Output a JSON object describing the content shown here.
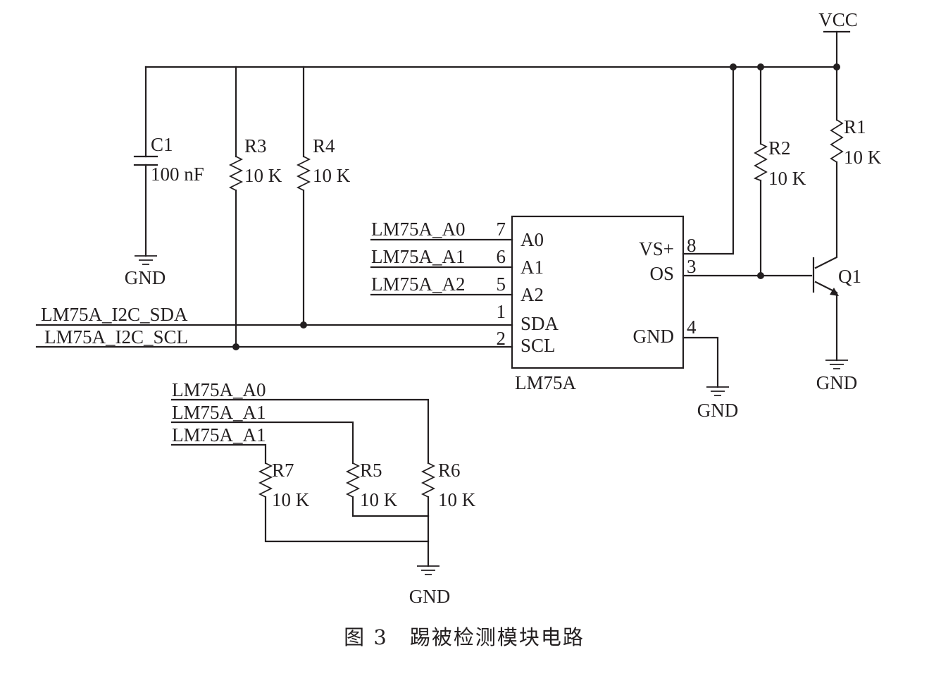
{
  "caption": "图 3　踢被检测模块电路",
  "power": {
    "vcc": "VCC",
    "gnd": "GND"
  },
  "ic": {
    "name": "LM75A",
    "pins": [
      {
        "num": "7",
        "name": "A0",
        "net": "LM75A_A0"
      },
      {
        "num": "6",
        "name": "A1",
        "net": "LM75A_A1"
      },
      {
        "num": "5",
        "name": "A2",
        "net": "LM75A_A2"
      },
      {
        "num": "1",
        "name": "SDA",
        "net": "LM75A_I2C_SDA"
      },
      {
        "num": "2",
        "name": "SCL",
        "net": "LM75A_I2C_SCL"
      },
      {
        "num": "8",
        "name": "VS+"
      },
      {
        "num": "3",
        "name": "OS"
      },
      {
        "num": "4",
        "name": "GND"
      }
    ]
  },
  "components": {
    "c1": {
      "ref": "C1",
      "value": "100 nF"
    },
    "r1": {
      "ref": "R1",
      "value": "10 K"
    },
    "r2": {
      "ref": "R2",
      "value": "10 K"
    },
    "r3": {
      "ref": "R3",
      "value": "10 K"
    },
    "r4": {
      "ref": "R4",
      "value": "10 K"
    },
    "r5": {
      "ref": "R5",
      "value": "10 K"
    },
    "r6": {
      "ref": "R6",
      "value": "10 K"
    },
    "r7": {
      "ref": "R7",
      "value": "10 K"
    },
    "q1": {
      "ref": "Q1"
    }
  },
  "address_nets": [
    "LM75A_A0",
    "LM75A_A1",
    "LM75A_A1"
  ]
}
